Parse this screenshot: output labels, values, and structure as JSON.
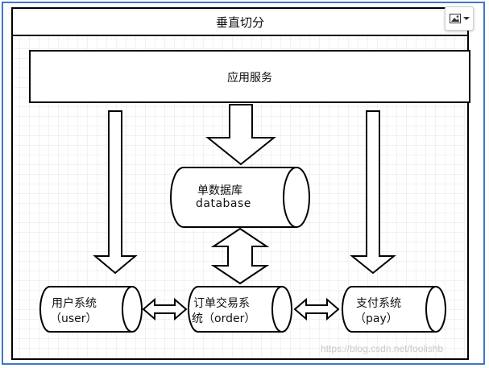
{
  "colors": {
    "stroke": "#000000",
    "grid_line": "#e4e4e4",
    "fill": "#ffffff",
    "frame_border": "#3c78c8",
    "watermark": "#c8c8c8"
  },
  "diagram": {
    "title": "垂直切分",
    "app_service": "应用服务",
    "database": {
      "line1": "单数据库",
      "line2": "database"
    },
    "user_system": {
      "line1": "用户系统",
      "line2": "（user）"
    },
    "order_system": {
      "line1": "订单交易系",
      "line2": "统（order）"
    },
    "pay_system": {
      "line1": "支付系统",
      "line2": "（pay）"
    }
  },
  "toolbar": {
    "icon": "image-icon",
    "dropdown_icon": "chevron-down-icon"
  },
  "watermark": "https://blog.csdn.net/foolishb"
}
